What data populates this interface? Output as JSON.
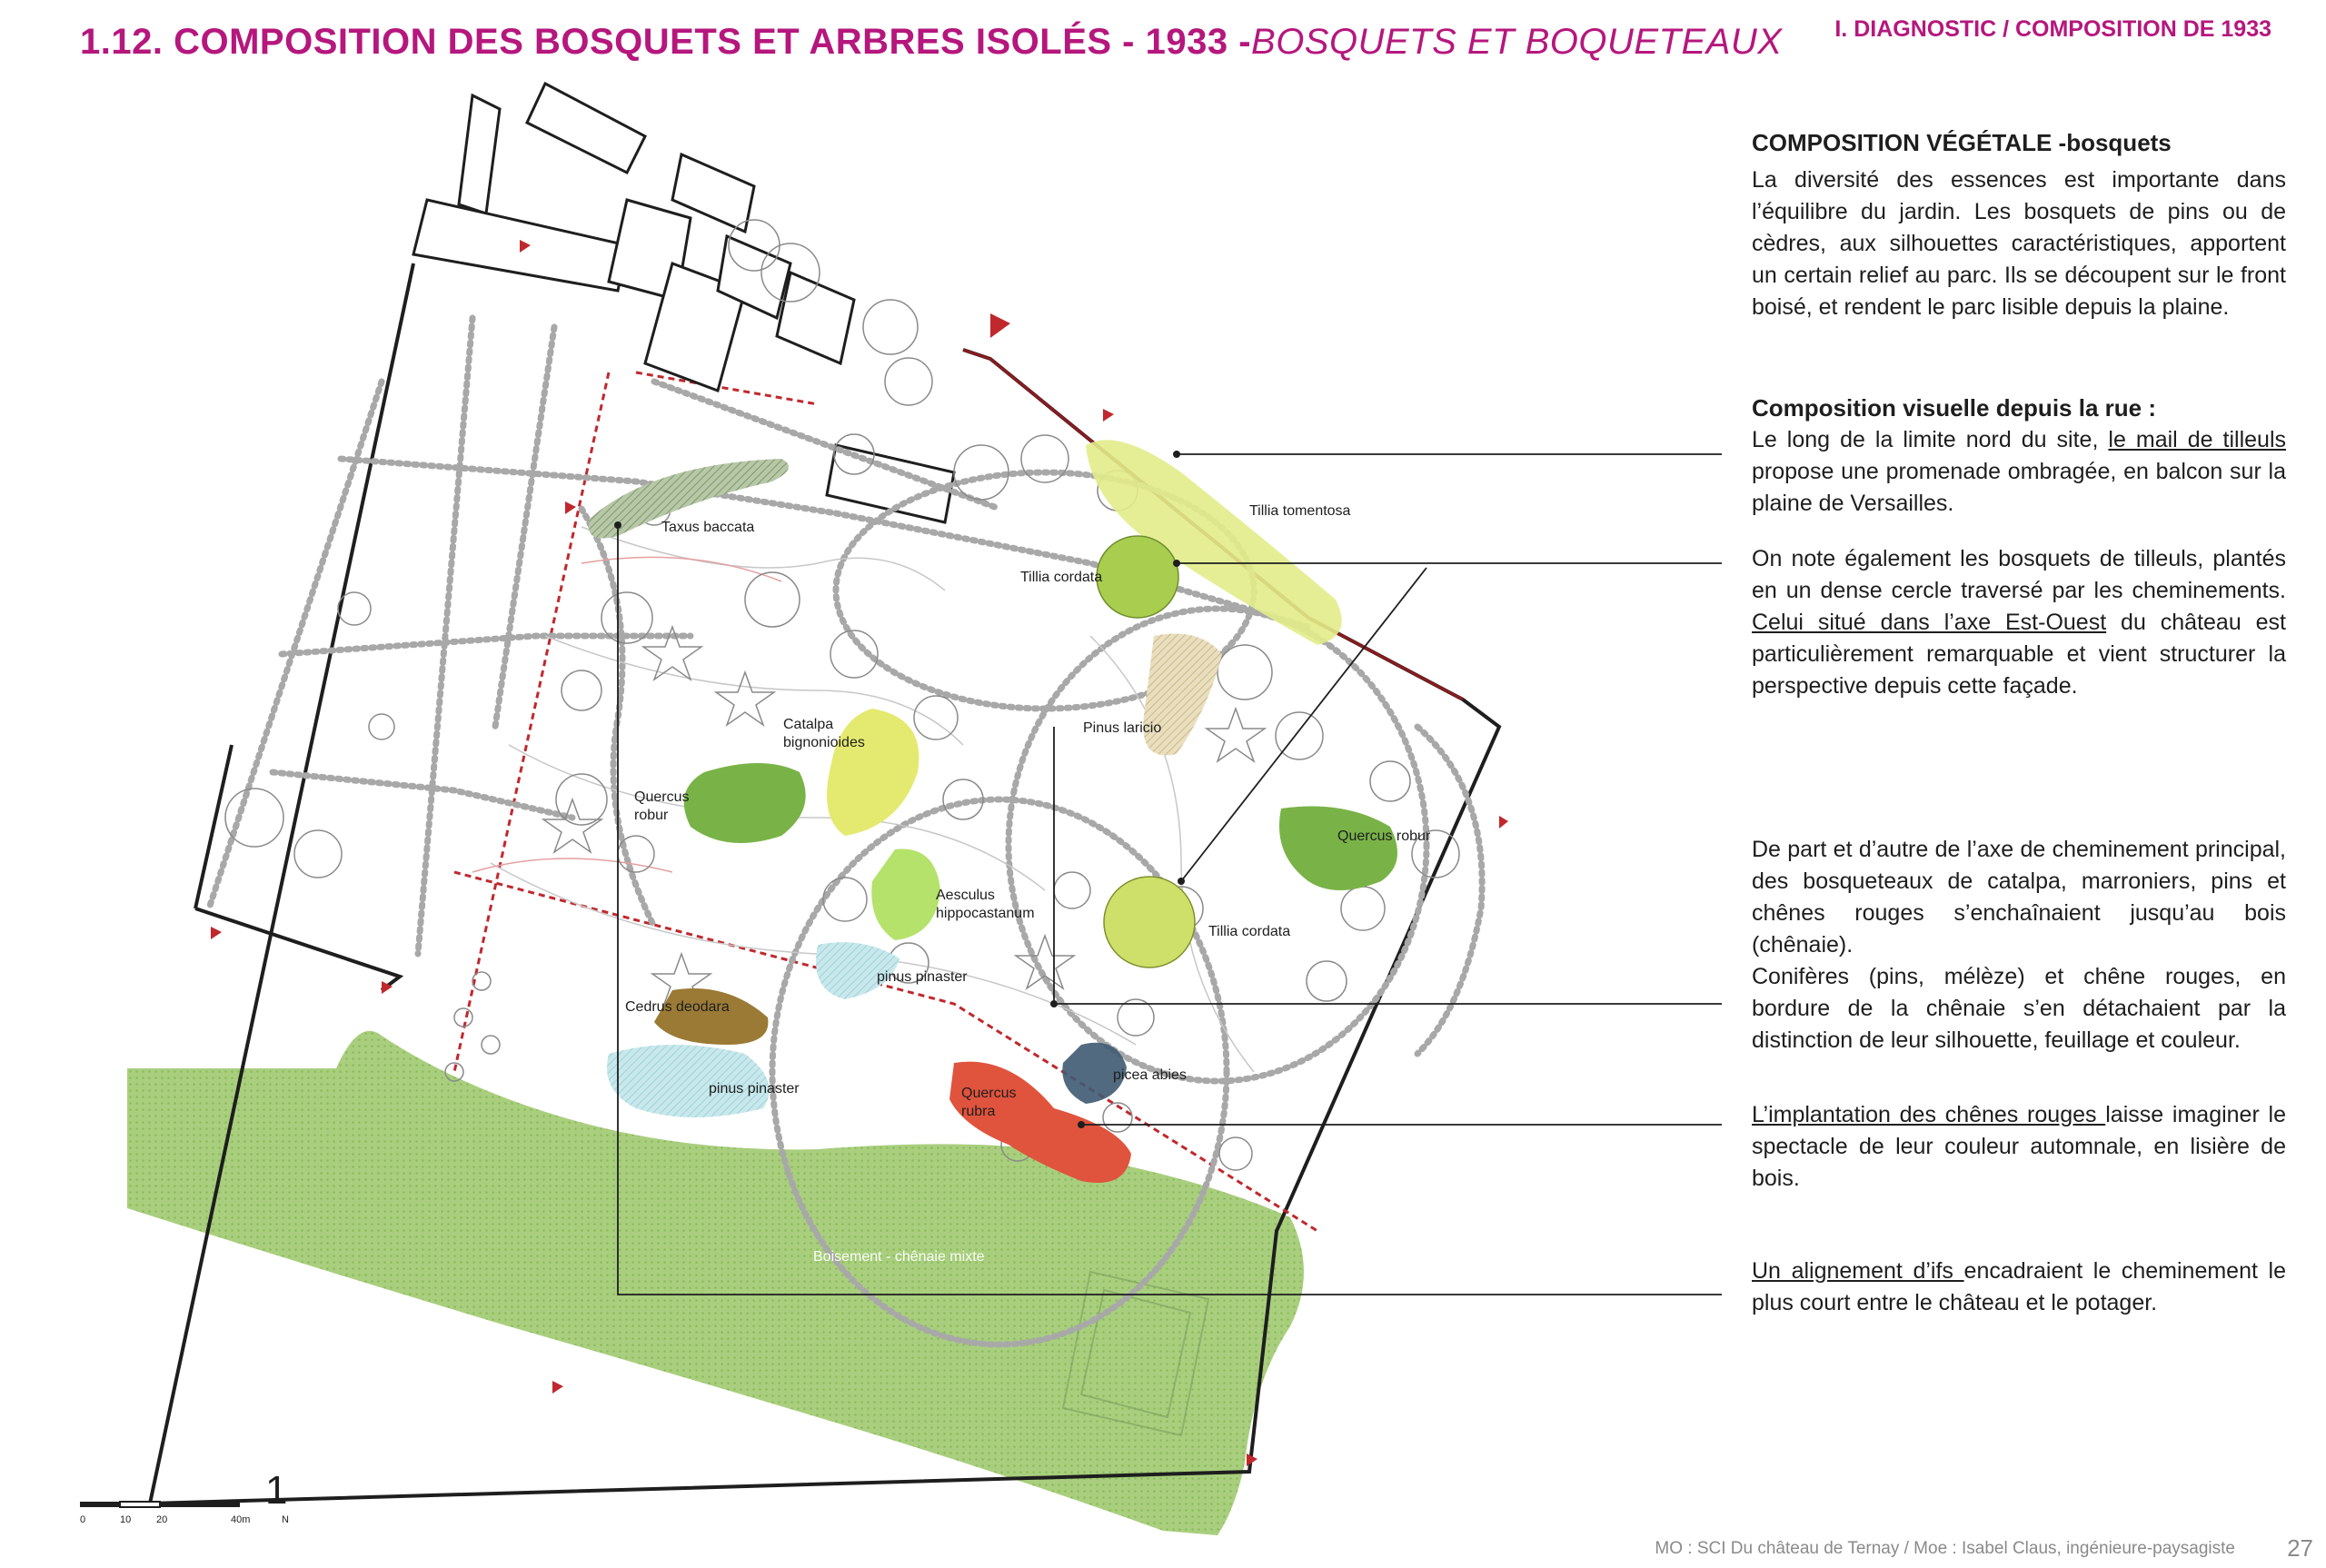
{
  "header": {
    "title_main": "1.12. COMPOSITION DES BOSQUETS ET ARBRES ISOLÉS - 1933 -",
    "title_sub": "BOSQUETS ET BOQUETEAUX",
    "section": "I. DIAGNOSTIC / COMPOSITION DE 1933"
  },
  "plan_labels": {
    "taxus": "Taxus baccata",
    "tillia_tomentosa": "Tillia tomentosa",
    "tillia_cordata_1": "Tillia cordata",
    "tillia_cordata_2": "Tillia cordata",
    "pinus_laricio": "Pinus laricio",
    "catalpa_1": "Catalpa",
    "catalpa_2": "bignonioides",
    "quercus_robur_1a": "Quercus",
    "quercus_robur_1b": "robur",
    "quercus_robur_2": "Quercus robur",
    "aesculus_1": "Aesculus",
    "aesculus_2": "hippocastanum",
    "pinus_pinaster_1": "pinus pinaster",
    "pinus_pinaster_2": "pinus pinaster",
    "cedrus": "Cedrus deodara",
    "picea": "picea abies",
    "quercus_rubra_1": "Quercus",
    "quercus_rubra_2": "rubra",
    "boisement": "Boisement - chênaie mixte"
  },
  "scale": {
    "ticks": [
      "0",
      "10",
      "20",
      "40m"
    ],
    "north_symbol": "1",
    "north_letter": "N"
  },
  "text": {
    "veg_title": "COMPOSITION VÉGÉTALE -bosquets",
    "veg_para": "La diversité des essences est importante dans l’équilibre du jardin. Les bosquets de pins ou de cèdres, aux silhouettes caractéristiques, apportent un certain relief au parc. Ils se découpent sur le front boisé, et rendent le parc lisible depuis la plaine.",
    "rue_title": "Composition visuelle depuis la rue :",
    "rue_pre": "Le long de la limite nord du site, ",
    "rue_ul": "le mail de tilleuls",
    "rue_post": " propose une promenade ombragée, en balcon sur la plaine de Versailles.",
    "tilleuls_pre": "On note également les bosquets de tilleuls, plantés en un dense cercle traversé par les cheminements. ",
    "tilleuls_ul": "Celui situé dans l’axe Est-Ouest",
    "tilleuls_post": " du château est particulièrement remarquable et vient structurer la perspective depuis cette façade.",
    "axe_para": "De part et d’autre de l’axe de cheminement principal, des bosqueteaux de catalpa, marroniers, pins et chênes rouges s’enchaînaient jusqu’au bois (chênaie).",
    "coniferes_para": "Conifères (pins, mélèze) et chêne rouges, en bordure de la chênaie s’en détachaient par la distinction de leur silhouette, feuillage et couleur.",
    "chenes_ul": "L’implantation des chênes rouges ",
    "chenes_post": "laisse imaginer le spectacle de leur couleur automnale, en lisière de bois.",
    "ifs_ul": "Un alignement d’ifs ",
    "ifs_post": "encadraient le cheminement le plus court entre le château et le potager."
  },
  "footer": {
    "credit": "MO : SCI Du château de Ternay / Moe : Isabel Claus, ingénieure-paysagiste",
    "page": "27"
  },
  "colors": {
    "magenta": "#b5177d",
    "woodland": "#a9cf7e",
    "yellow_green": "#e2ec8a",
    "green_dark": "#79b347",
    "oak_red": "#e0533d",
    "picea": "#3e5a72",
    "cedrus": "#9a7a35",
    "pinaster": "#bfe5ea",
    "boundary_red": "#c0282d"
  }
}
